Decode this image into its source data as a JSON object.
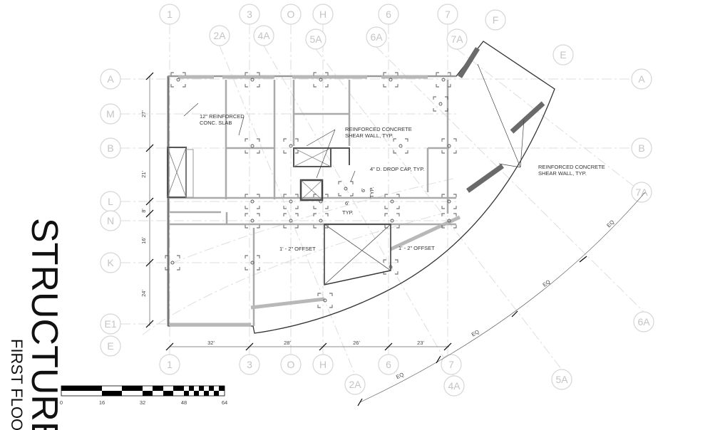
{
  "title": "STRUCTURE",
  "subtitle": "FIRST FLOOR",
  "grid_bubbles": {
    "top": [
      "1",
      "3",
      "O",
      "H",
      "6",
      "7",
      "2A",
      "4A",
      "5A",
      "6A",
      "7A",
      "F",
      "E"
    ],
    "left": [
      "A",
      "M",
      "B",
      "L",
      "N",
      "K",
      "E1",
      "E"
    ],
    "right": [
      "A",
      "B",
      "7A",
      "6A",
      "5A"
    ],
    "bottom": [
      "1",
      "3",
      "O",
      "H",
      "6",
      "7",
      "2A",
      "4A"
    ]
  },
  "dimensions": {
    "vertical": [
      "27'",
      "21'",
      "8'",
      "16'",
      "24'"
    ],
    "horizontal": [
      "32'",
      "28'",
      "26'",
      "23'"
    ],
    "arc": [
      "EQ",
      "EQ",
      "EQ",
      "EQ"
    ]
  },
  "notes": {
    "slab": [
      "12\" REINFORCED",
      "CONC. SLAB"
    ],
    "shear_wall_1": [
      "REINFORCED CONCRETE",
      "SHEAR WALL, TYP."
    ],
    "shear_wall_2": [
      "REINFORCED CONCRETE",
      "SHEAR WALL, TYP."
    ],
    "drop_cap": "4\" D. DROP CAP, TYP.",
    "six_h": "6'",
    "six_v": "6'",
    "typ_h": "TYP.",
    "typ_v": "TYP.",
    "offset_left": "1' - 2\" OFFSET",
    "offset_right": "1' - 2\" OFFSET"
  },
  "scale_bar": {
    "ticks": [
      "0",
      "16",
      "32",
      "48",
      "64"
    ]
  }
}
